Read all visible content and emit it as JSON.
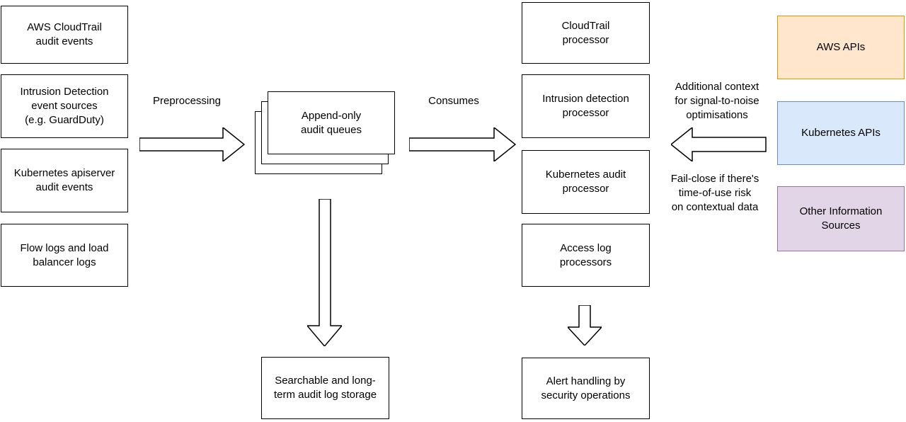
{
  "colors": {
    "aws_fill": "#FFE6CC",
    "aws_stroke": "#D79B00",
    "k8s_fill": "#DAE8FC",
    "k8s_stroke": "#6C8EBF",
    "other_fill": "#E1D5E7",
    "other_stroke": "#9673A6"
  },
  "source_boxes": [
    {
      "label": "AWS CloudTrail\naudit events"
    },
    {
      "label": "Intrusion Detection\nevent sources\n(e.g. GuardDuty)"
    },
    {
      "label": "Kubernetes apiserver\naudit events"
    },
    {
      "label": "Flow logs and load\nbalancer logs"
    }
  ],
  "queue": {
    "label": "Append-only\naudit queues"
  },
  "flow_labels": {
    "preprocessing": "Preprocessing",
    "consumes": "Consumes",
    "additional_context": "Additional context\nfor signal-to-noise\noptimisations",
    "fail_close": "Fail-close if there's\ntime-of-use risk\non contextual data"
  },
  "processor_boxes": [
    {
      "label": "CloudTrail\nprocessor"
    },
    {
      "label": "Intrusion detection\nprocessor"
    },
    {
      "label": "Kubernetes audit\nprocessor"
    },
    {
      "label": "Access log\nprocessors"
    }
  ],
  "storage_box": {
    "label": "Searchable and long-\nterm audit log storage"
  },
  "alert_box": {
    "label": "Alert handling by\nsecurity operations"
  },
  "api_boxes": [
    {
      "label": "AWS APIs"
    },
    {
      "label": "Kubernetes APIs"
    },
    {
      "label": "Other Information\nSources"
    }
  ]
}
